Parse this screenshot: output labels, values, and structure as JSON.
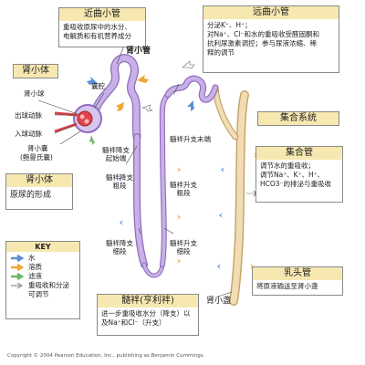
{
  "proximal": {
    "title": "近曲小管",
    "desc": [
      "重吸收原尿中的水分、",
      "电解质和有机营养成分"
    ]
  },
  "distal": {
    "title": "远曲小管",
    "desc": [
      "分泌K⁺、H⁺；",
      "对Na⁺、Cl⁻和水的重吸收受醛固酮和",
      "抗利尿激素调控；参与尿液浓缩、稀",
      "释的调节"
    ]
  },
  "corpuscle": {
    "title": "肾小体"
  },
  "corpuscle_fn": {
    "title": "肾小体",
    "desc": "原尿的形成"
  },
  "collecting_system": {
    "title": "集合系统"
  },
  "collecting_duct": {
    "title": "集合管",
    "desc": [
      "调节水的重吸收；",
      "调节Na⁺、K⁺、H⁺、",
      "HCO3⁻的排泌与重吸收"
    ]
  },
  "papillary": {
    "title": "乳头管",
    "desc": "将原液输送至肾小盏"
  },
  "loop": {
    "title": "髓袢(亨利袢)",
    "desc": [
      "进一步重吸收水分（降支）以",
      "及Na⁺和Cl⁻（升支）"
    ]
  },
  "labels": {
    "tubule": "肾小管",
    "glomerulus": "肾小球",
    "capsule_space": "囊腔",
    "efferent": "出球动脉",
    "afferent": "入球动脉",
    "capsule": "肾小囊",
    "capsule_alt": "(鲍曼氏囊)",
    "desc_start_1": "髓袢降支",
    "desc_start_2": "起始端",
    "asc_end": "髓袢升支末端",
    "desc_thick_1": "髓袢降支",
    "desc_thick_2": "粗段",
    "asc_thick_1": "髓袢升支",
    "asc_thick_2": "粗段",
    "desc_thin_1": "髓袢降支",
    "desc_thin_2": "细段",
    "asc_thin_1": "髓袢升支",
    "asc_thin_2": "细段",
    "calyx": "肾小盏"
  },
  "key": {
    "title": "KEY",
    "items": [
      {
        "label": "水",
        "color": "#5b8fd6"
      },
      {
        "label": "溶质",
        "color": "#f0a63a"
      },
      {
        "label": "滤液",
        "color": "#6cb86a"
      },
      {
        "label": "重吸收和分泌",
        "color": "#ffffff"
      }
    ],
    "extra": "可调节"
  },
  "copyright": "Copyright © 2004 Pearson Education, Inc., publishing as Benjamin Cummings.",
  "colors": {
    "tubule": "#c9b0e6",
    "tubule_dark": "#8f6dbf",
    "duct": "#f1ddb5",
    "duct_dark": "#c9a46a",
    "header": "#f6e8b0"
  }
}
